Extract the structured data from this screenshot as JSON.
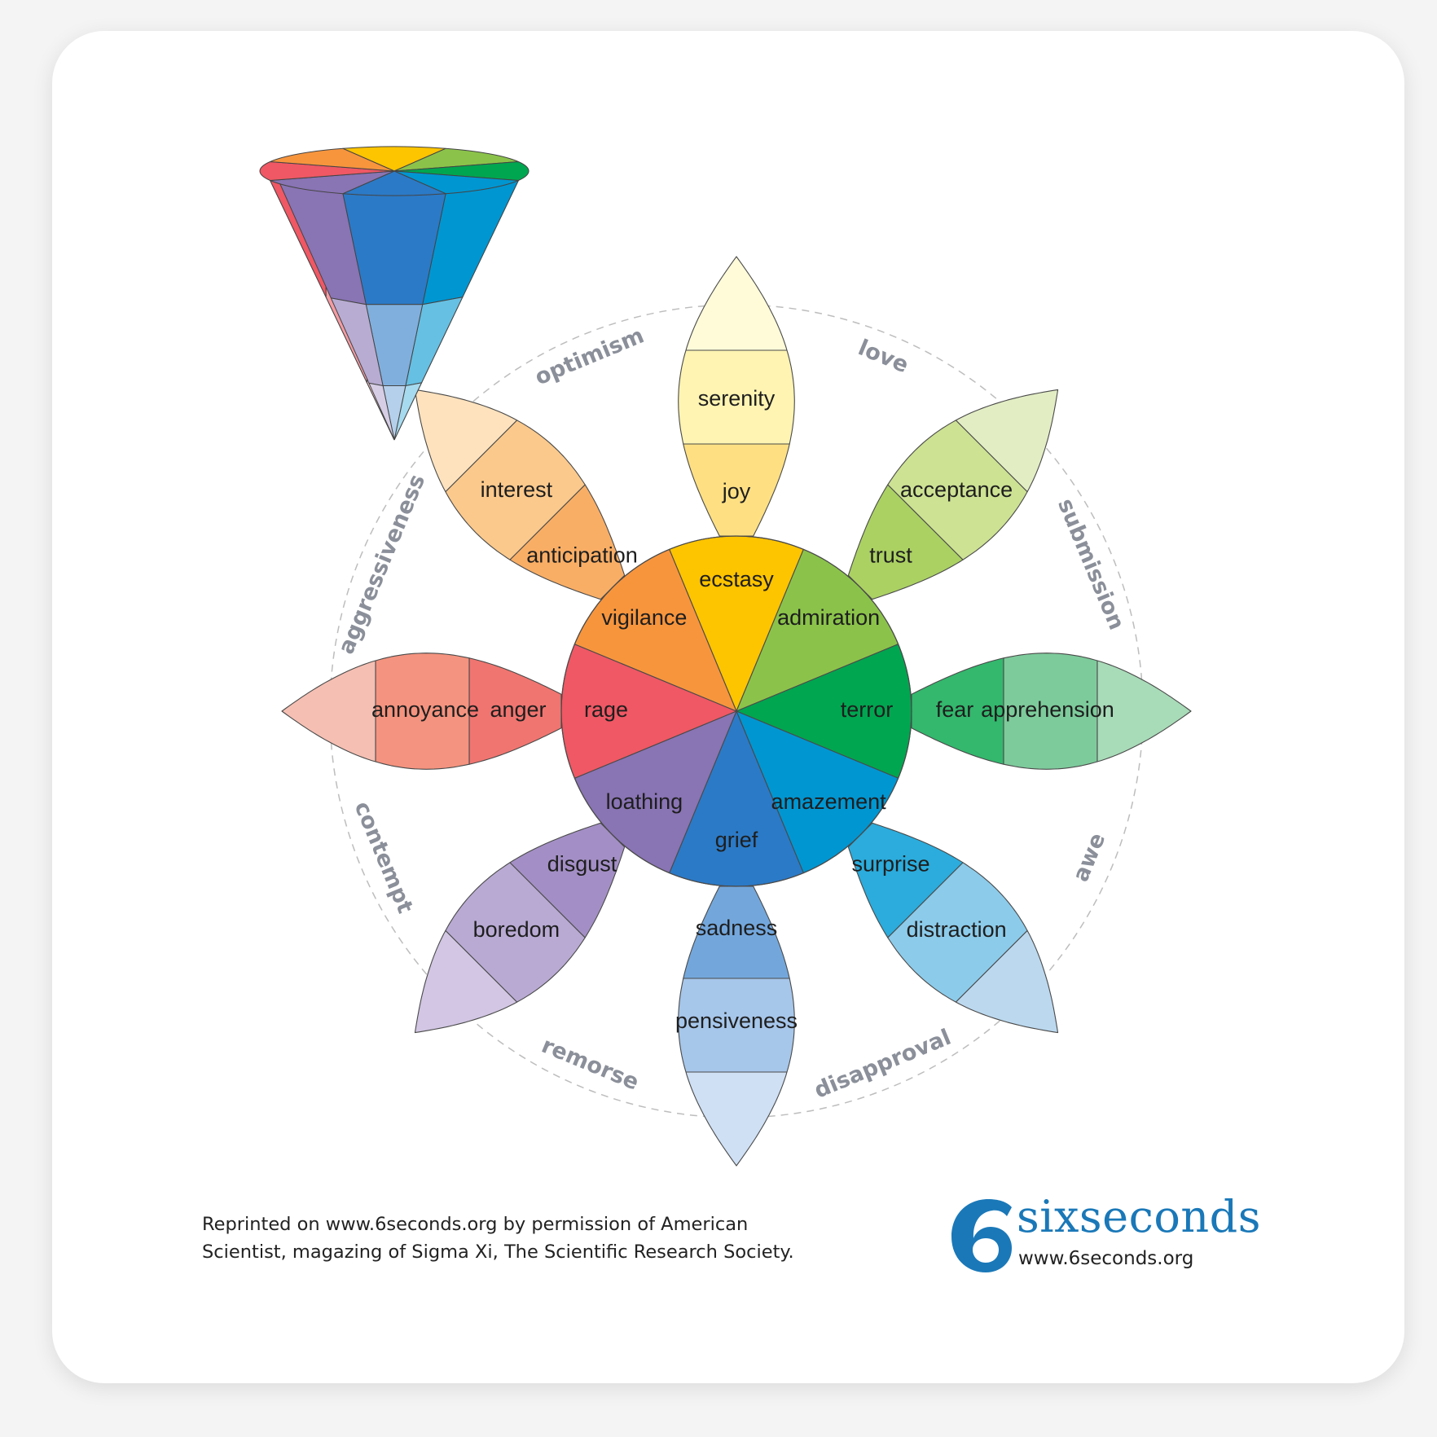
{
  "diagram": {
    "petals": [
      {
        "primary": "joy",
        "intense": "ecstasy",
        "mild": "serenity",
        "colors": [
          "#fdc400",
          "#fee083",
          "#fff4b2",
          "#fffbd9"
        ]
      },
      {
        "primary": "trust",
        "intense": "admiration",
        "mild": "acceptance",
        "colors": [
          "#8bc34a",
          "#abd163",
          "#cde293",
          "#e2edc4"
        ]
      },
      {
        "primary": "fear",
        "intense": "terror",
        "mild": "apprehension",
        "colors": [
          "#00a650",
          "#33b86d",
          "#7dcb9b",
          "#a8dbb8"
        ]
      },
      {
        "primary": "surprise",
        "intense": "amazement",
        "mild": "distraction",
        "colors": [
          "#0096d1",
          "#2bacdc",
          "#8ccbea",
          "#bbd8ee"
        ]
      },
      {
        "primary": "sadness",
        "intense": "grief",
        "mild": "pensiveness",
        "colors": [
          "#2b7ac7",
          "#73a7dc",
          "#a6c6ea",
          "#cfe0f5"
        ]
      },
      {
        "primary": "disgust",
        "intense": "loathing",
        "mild": "boredom",
        "colors": [
          "#8974b4",
          "#a38fc5",
          "#b9aad4",
          "#d2c6e4"
        ]
      },
      {
        "primary": "anger",
        "intense": "rage",
        "mild": "annoyance",
        "colors": [
          "#ef5864",
          "#f07570",
          "#f4937f",
          "#f6bfb3"
        ]
      },
      {
        "primary": "anticipation",
        "intense": "vigilance",
        "mild": "interest",
        "colors": [
          "#f7953d",
          "#f9ae65",
          "#fbc98c",
          "#fde2bd"
        ]
      }
    ],
    "dyads": [
      "love",
      "submission",
      "awe",
      "disapproval",
      "remorse",
      "contempt",
      "aggressiveness",
      "optimism"
    ],
    "cone": {
      "top_colors": [
        "#fdc400",
        "#8bc34a",
        "#00a650",
        "#0096d1",
        "#2b7ac7",
        "#8974b4",
        "#ef5864",
        "#f7953d"
      ]
    }
  },
  "credit": {
    "line1": "Reprinted on www.6seconds.org by permission of American",
    "line2": "Scientist, magazing of Sigma Xi, The Scientific Research Society."
  },
  "brand": {
    "name": "sixseconds",
    "url": "www.6seconds.org",
    "color": "#1a78b8"
  }
}
